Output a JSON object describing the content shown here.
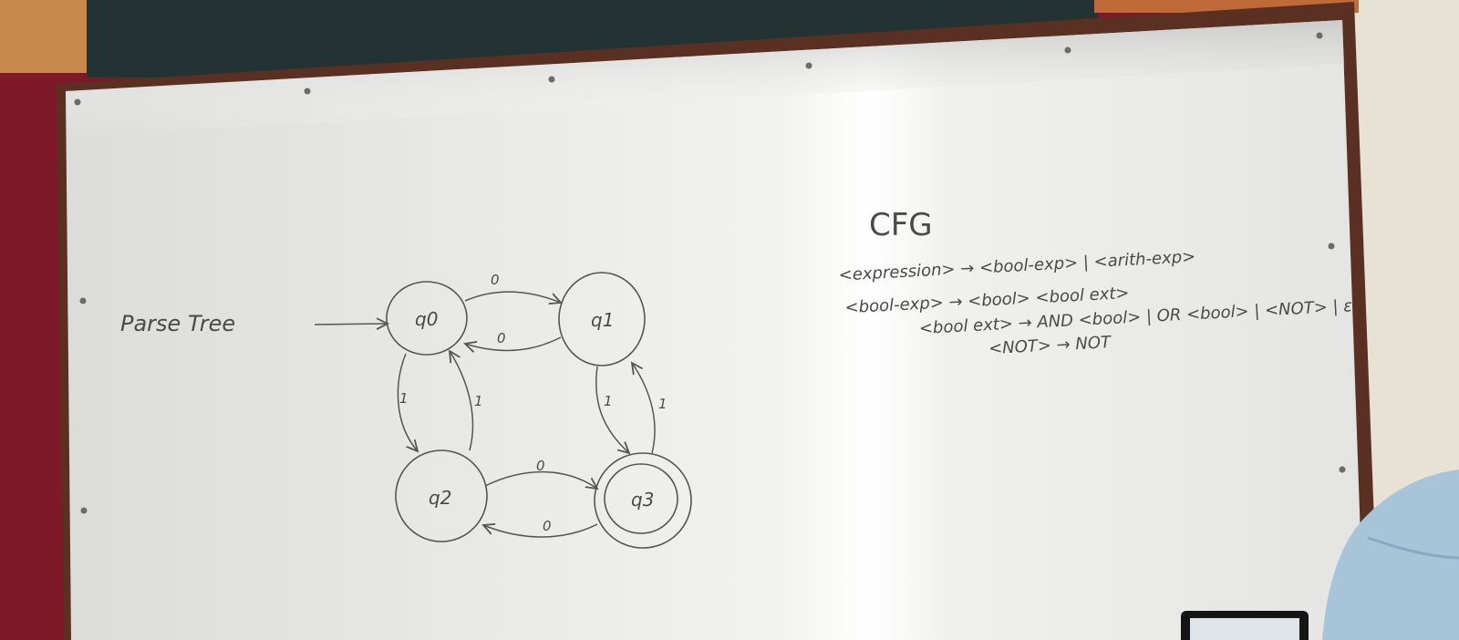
{
  "board": {
    "left_label": "Parse Tree",
    "states": [
      {
        "id": "q0",
        "label": "q0",
        "accepting": false,
        "start": true
      },
      {
        "id": "q1",
        "label": "q1",
        "accepting": false,
        "start": false
      },
      {
        "id": "q2",
        "label": "q2",
        "accepting": false,
        "start": false
      },
      {
        "id": "q3",
        "label": "q3",
        "accepting": true,
        "start": false
      }
    ],
    "transitions": [
      {
        "from": "q0",
        "to": "q1",
        "label": "0"
      },
      {
        "from": "q1",
        "to": "q0",
        "label": "0"
      },
      {
        "from": "q0",
        "to": "q2",
        "label": "1"
      },
      {
        "from": "q2",
        "to": "q0",
        "label": "1"
      },
      {
        "from": "q1",
        "to": "q3",
        "label": "1"
      },
      {
        "from": "q3",
        "to": "q1",
        "label": "1"
      },
      {
        "from": "q2",
        "to": "q3",
        "label": "0"
      },
      {
        "from": "q3",
        "to": "q2",
        "label": "0"
      }
    ],
    "cfg": {
      "title": "CFG",
      "lines": [
        "<expression> → <bool-exp> | <arith-exp>",
        "<bool-exp> → <bool> <bool ext>",
        "<bool ext> → AND <bool> | OR <bool> | <NOT> | ε",
        "<NOT> → NOT"
      ]
    }
  },
  "colors": {
    "marker": "#4a4a4a",
    "board": "#f4f4f2",
    "frame": "#5a3022",
    "wall_red": "#8a1f2c",
    "wall_cream": "#e8e4d6"
  }
}
